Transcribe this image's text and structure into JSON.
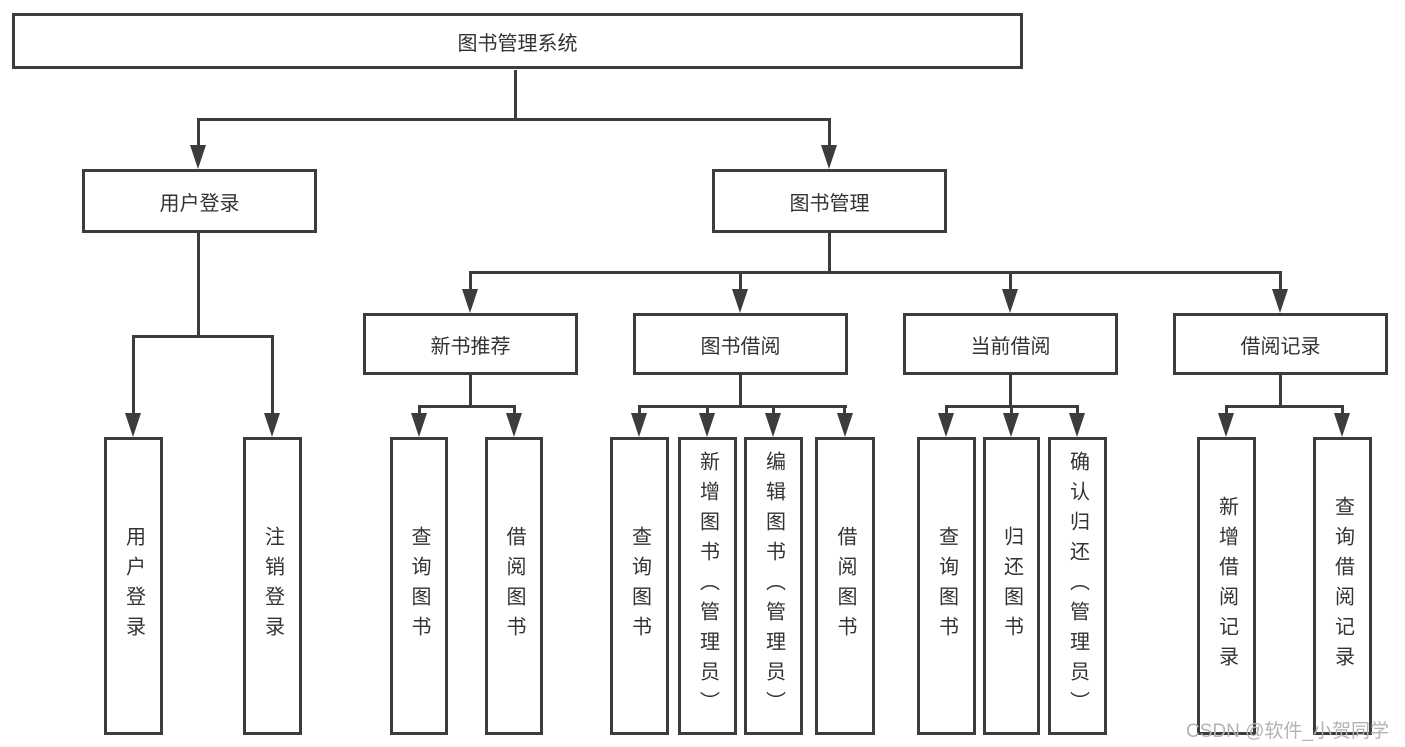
{
  "diagram": {
    "nodes": {
      "root": "图书管理系统",
      "user_login": "用户登录",
      "book_management": "图书管理",
      "new_book_recommend": "新书推荐",
      "book_borrowing": "图书借阅",
      "current_borrowing": "当前借阅",
      "borrow_records": "借阅记录",
      "login_leaf": "用户登录",
      "logout_leaf": "注销登录",
      "rec_query_books": "查询图书",
      "rec_borrow_books": "借阅图书",
      "bb_query_books": "查询图书",
      "bb_add_books": "新增图书（管理员）",
      "bb_edit_books": "编辑图书（管理员）",
      "bb_borrow_books": "借阅图书",
      "cb_query_books": "查询图书",
      "cb_return_books": "归还图书",
      "cb_confirm_return": "确认归还（管理员）",
      "br_add_record": "新增借阅记录",
      "br_query_record": "查询借阅记录"
    },
    "hierarchy": {
      "图书管理系统": {
        "用户登录": [
          "用户登录",
          "注销登录"
        ],
        "图书管理": {
          "新书推荐": [
            "查询图书",
            "借阅图书"
          ],
          "图书借阅": [
            "查询图书",
            "新增图书（管理员）",
            "编辑图书（管理员）",
            "借阅图书"
          ],
          "当前借阅": [
            "查询图书",
            "归还图书",
            "确认归还（管理员）"
          ],
          "借阅记录": [
            "新增借阅记录",
            "查询借阅记录"
          ]
        }
      }
    }
  },
  "watermark": {
    "text": "CSDN @软件_小贺同学"
  },
  "colors": {
    "line": "#3c3c3c",
    "text": "#333333",
    "box_fill": "#ffffff",
    "background": "#ffffff",
    "watermark": "#b3b3b3"
  }
}
